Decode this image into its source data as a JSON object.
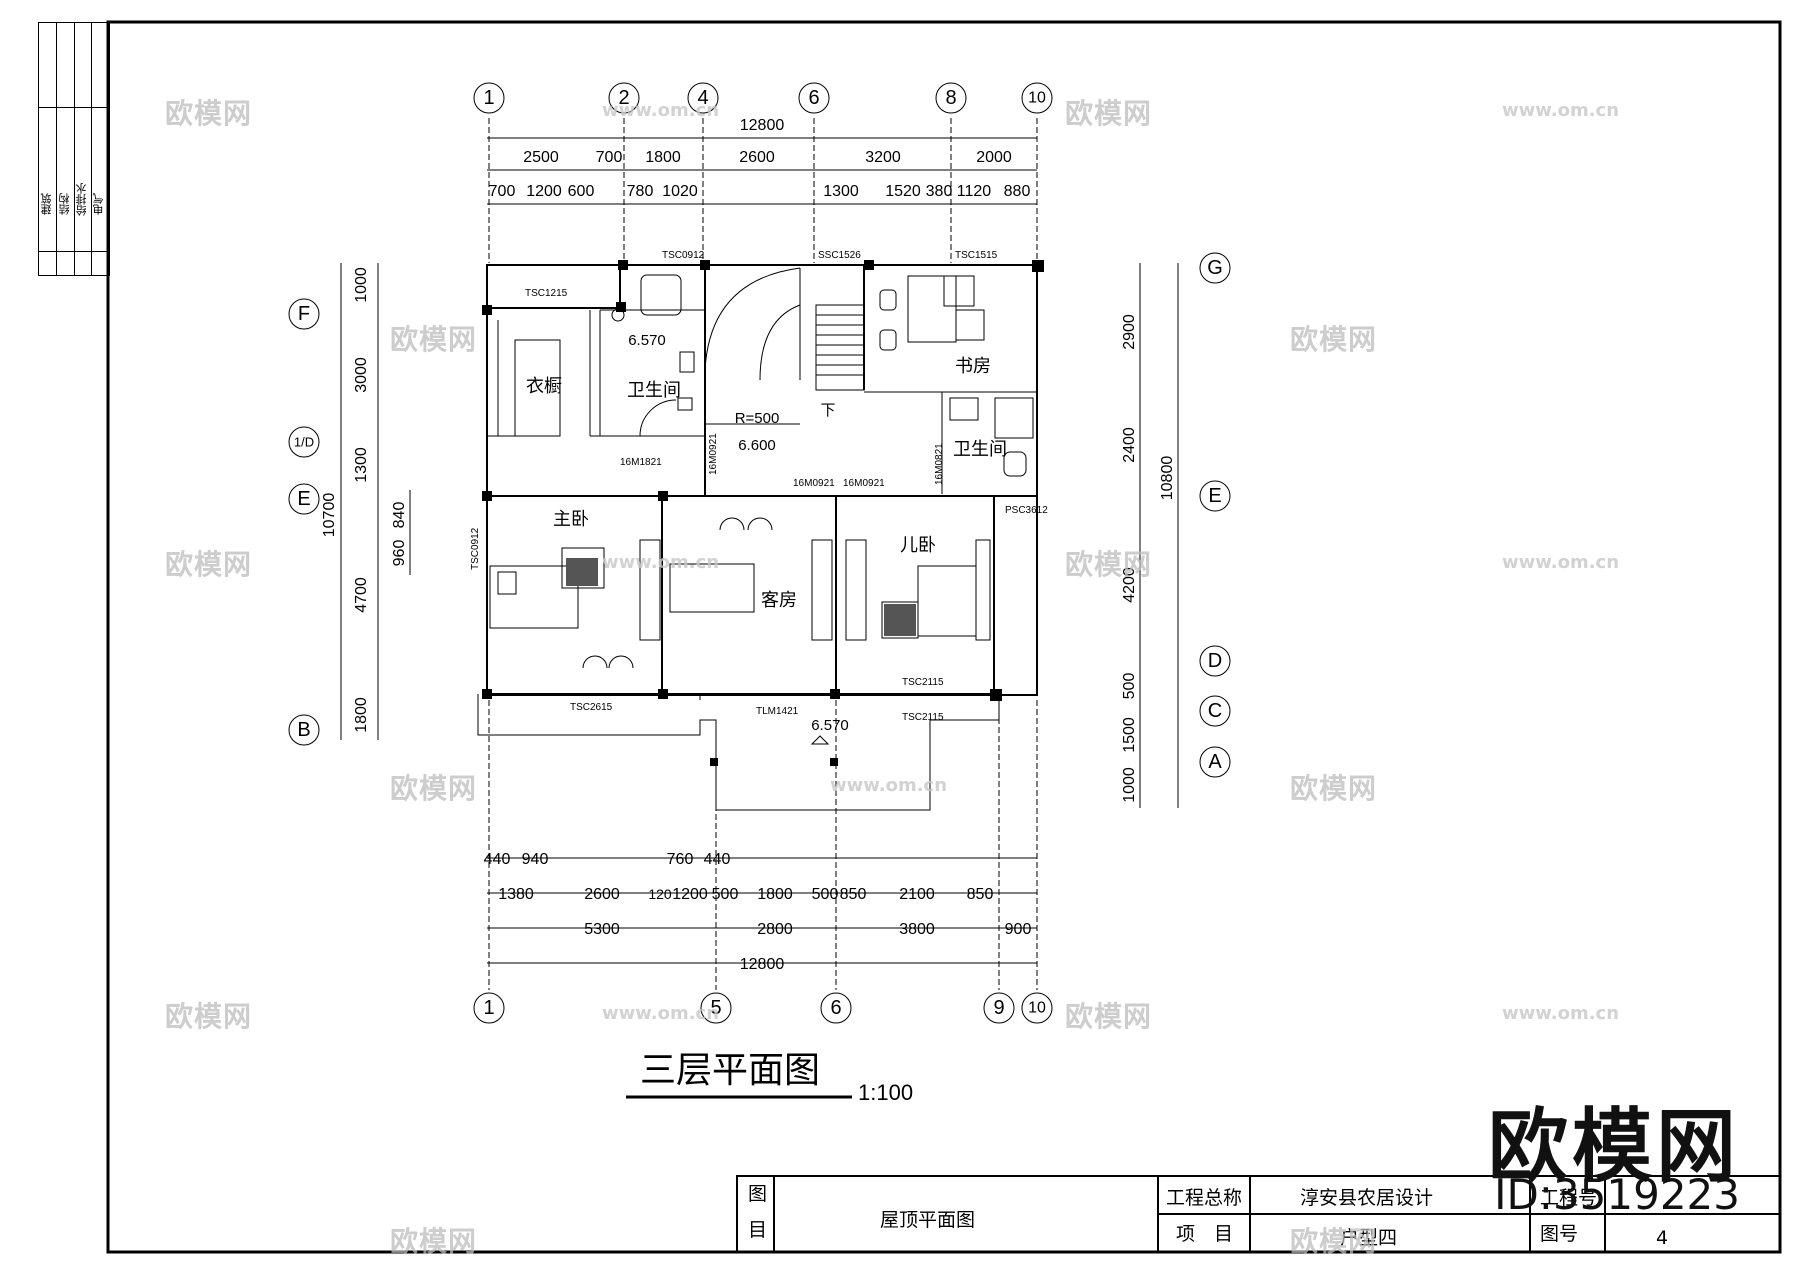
{
  "title": "三层平面图",
  "scale": "1:100",
  "title_block": {
    "label_tu": "图",
    "label_mu": "目",
    "drawing_name": "屋顶平面图",
    "label_project_total": "工程总称",
    "project_total": "淳安县农居设计",
    "label_item": "项　目",
    "item": "户型四",
    "label_project_no": "工程号",
    "label_drawing_no": "图号",
    "drawing_no": "4"
  },
  "side_strip": [
    "建筑",
    "结构",
    "给排水",
    "电气"
  ],
  "axes_top": [
    "1",
    "2",
    "4",
    "6",
    "8",
    "10"
  ],
  "axes_bottom": [
    "1",
    "5",
    "6",
    "9",
    "10"
  ],
  "axes_left": [
    "F",
    "1/D",
    "E",
    "B"
  ],
  "axes_right": [
    "G",
    "E",
    "D",
    "C",
    "A"
  ],
  "dims_top_total": "12800",
  "dims_top_row1": [
    "2500",
    "700",
    "1800",
    "2600",
    "3200",
    "2000"
  ],
  "dims_top_row2": [
    "700",
    "1200",
    "600",
    "780",
    "1020",
    "1300",
    "1520",
    "380",
    "1120",
    "880"
  ],
  "dims_bottom_row1": [
    "440",
    "940",
    "760",
    "440"
  ],
  "dims_bottom_row2": [
    "1380",
    "2600",
    "120",
    "1200",
    "500",
    "1800",
    "500",
    "850",
    "2100",
    "850"
  ],
  "dims_bottom_row3": [
    "5300",
    "2800",
    "3800",
    "900"
  ],
  "dims_bottom_total": "12800",
  "dims_left_row1": [
    "1000",
    "3000",
    "1300",
    "4700",
    "1800"
  ],
  "dims_left_row2": [
    "840",
    "960"
  ],
  "dims_left_total": "10700",
  "dims_right_row1": [
    "2900",
    "2400",
    "4200",
    "500",
    "1500",
    "1000"
  ],
  "dims_right_total": "10800",
  "rooms": [
    "衣橱",
    "卫生间",
    "书房",
    "卫生间",
    "主卧",
    "客房",
    "儿卧"
  ],
  "elevations": [
    "6.570",
    "6.600",
    "6.570"
  ],
  "radius": "R=500",
  "stair_label": "下",
  "openings": [
    "TSC0912",
    "SSC1526",
    "TSC1515",
    "TSC1215",
    "16M1821",
    "16M0921",
    "16M0921",
    "16M0921",
    "16M0821",
    "PSC3612",
    "TSC0912",
    "TSC2615",
    "TLM1421",
    "TSC2115",
    "TSC2115"
  ],
  "watermark_text": "欧模网",
  "watermark_url": "www.om.cn",
  "brand": "欧模网",
  "brand_id": "ID:3519223"
}
